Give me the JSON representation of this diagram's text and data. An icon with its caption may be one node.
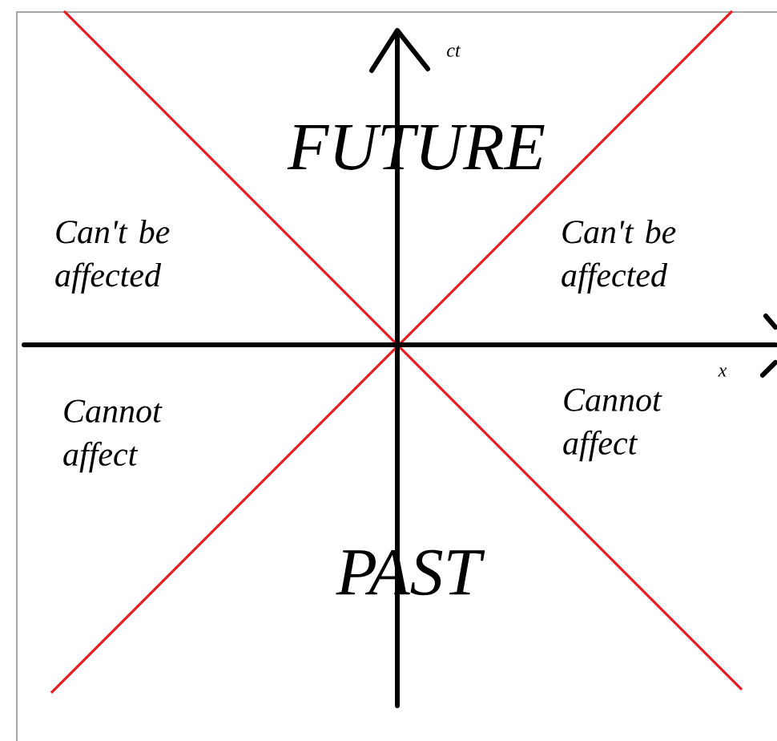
{
  "diagram": {
    "labels": [
      "ct",
      "FUTURE",
      "Can't be affected",
      "Can't be affected",
      "x",
      "Cannot affect",
      "Cannot affect",
      "PAST"
    ]
  }
}
